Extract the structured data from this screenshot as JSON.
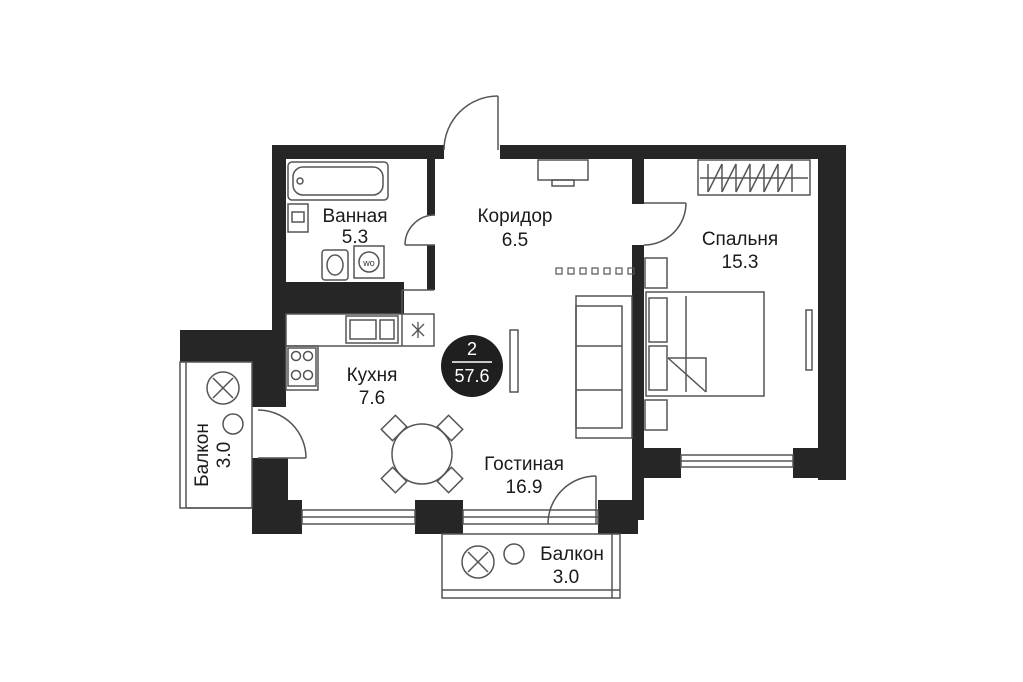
{
  "badge": {
    "rooms": "2",
    "total_area": "57.6"
  },
  "rooms": {
    "bathroom": {
      "name": "Ванная",
      "area": "5.3"
    },
    "corridor": {
      "name": "Коридор",
      "area": "6.5"
    },
    "bedroom": {
      "name": "Спальня",
      "area": "15.3"
    },
    "kitchen": {
      "name": "Кухня",
      "area": "7.6"
    },
    "living": {
      "name": "Гостиная",
      "area": "16.9"
    },
    "balcony_left": {
      "name": "Балкон",
      "area": "3.0"
    },
    "balcony_bottom": {
      "name": "Балкон",
      "area": "3.0"
    }
  },
  "washer_label": "wo",
  "colors": {
    "wall": "#262626",
    "line": "#555555",
    "badge": "#1f1f1f",
    "text": "#1a1a1a"
  }
}
